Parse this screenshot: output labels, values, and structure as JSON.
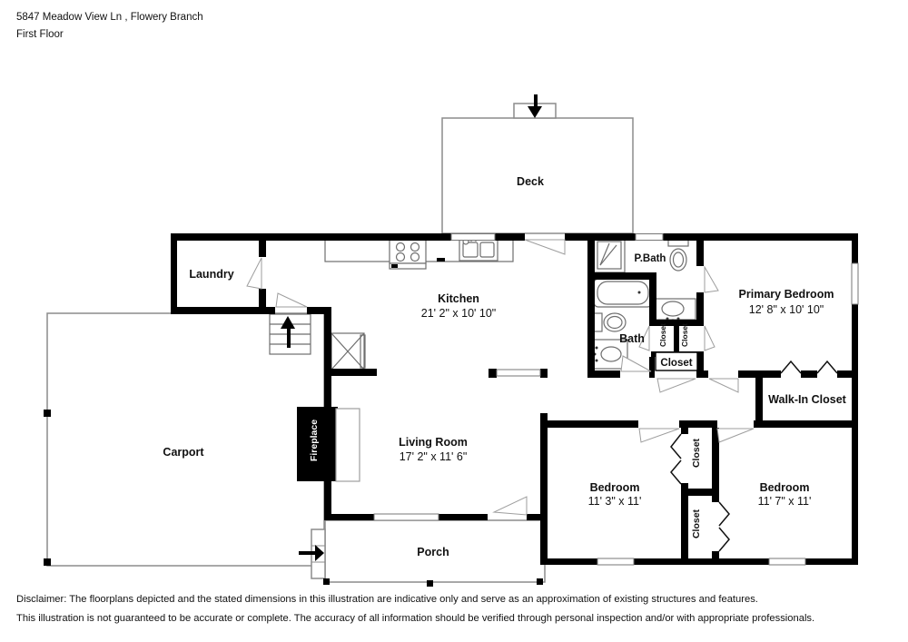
{
  "header": {
    "address": "5847 Meadow View Ln , Flowery Branch",
    "floor": "First Floor"
  },
  "rooms": {
    "deck": {
      "label": "Deck"
    },
    "laundry": {
      "label": "Laundry"
    },
    "kitchen": {
      "label": "Kitchen",
      "dims": "21' 2\" x 10' 10\""
    },
    "pbath": {
      "label": "P.Bath"
    },
    "bath": {
      "label": "Bath"
    },
    "primary_bedroom": {
      "label": "Primary Bedroom",
      "dims": "12' 8\" x 10' 10\""
    },
    "walk_in_closet": {
      "label": "Walk-In Closet"
    },
    "living_room": {
      "label": "Living Room",
      "dims": "17' 2\" x 11' 6\""
    },
    "carport": {
      "label": "Carport"
    },
    "porch": {
      "label": "Porch"
    },
    "bedroom_left": {
      "label": "Bedroom",
      "dims": "11' 3\" x 11'"
    },
    "bedroom_right": {
      "label": "Bedroom",
      "dims": "11' 7\" x 11'"
    },
    "fireplace": {
      "label": "Fireplace"
    },
    "closet_small_left": {
      "label": "Closet"
    },
    "closet_small_right": {
      "label": "Closet"
    },
    "closet_hall": {
      "label": "Closet"
    },
    "closet_bedroom_upper": {
      "label": "Closet"
    },
    "closet_bedroom_lower": {
      "label": "Closet"
    }
  },
  "footer": {
    "line1": "Disclaimer: The floorplans depicted and the stated dimensions in this illustration are indicative only and serve as an approximation of existing structures and features.",
    "line2": "This illustration is not guaranteed to be accurate or complete. The accuracy of all information should be verified through personal inspection and/or with appropriate professionals."
  },
  "colors": {
    "wall": "#000000",
    "outline": "#8c8c8c",
    "fixture": "#6e6e6e",
    "swing": "#9e9e9e",
    "text": "#111111"
  }
}
